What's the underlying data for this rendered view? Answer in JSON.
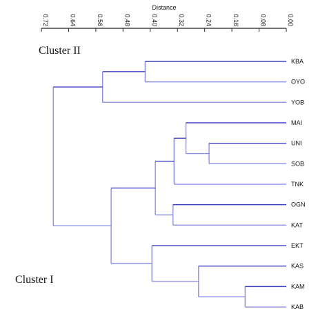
{
  "chart_data": {
    "type": "dendrogram",
    "axis_title": "Distance",
    "axis_ticks": [
      "0.72",
      "0.64",
      "0.56",
      "0.48",
      "0.40",
      "0.32",
      "0.24",
      "0.16",
      "0.08",
      "0.00"
    ],
    "axis_range": [
      0.72,
      0.0
    ],
    "leaves": [
      "KBA",
      "OYO",
      "YOB",
      "MAI",
      "UNI",
      "SOB",
      "TNK",
      "OGN",
      "KAT",
      "EKT",
      "KAS",
      "KAM",
      "KAB"
    ],
    "merges": [
      {
        "id": "n1",
        "children": [
          "KBA",
          "OYO"
        ],
        "height": 0.415
      },
      {
        "id": "n2",
        "children": [
          "n1",
          "YOB"
        ],
        "height": 0.54
      },
      {
        "id": "n3",
        "children": [
          "UNI",
          "SOB"
        ],
        "height": 0.227
      },
      {
        "id": "n4",
        "children": [
          "MAI",
          "n3"
        ],
        "height": 0.295
      },
      {
        "id": "n5",
        "children": [
          "n4",
          "TNK"
        ],
        "height": 0.33
      },
      {
        "id": "n6",
        "children": [
          "OGN",
          "KAT"
        ],
        "height": 0.333
      },
      {
        "id": "n7",
        "children": [
          "n5",
          "n6"
        ],
        "height": 0.385
      },
      {
        "id": "n8",
        "children": [
          "KAM",
          "KAB"
        ],
        "height": 0.121
      },
      {
        "id": "n9",
        "children": [
          "KAS",
          "n8"
        ],
        "height": 0.258
      },
      {
        "id": "n10",
        "children": [
          "EKT",
          "n9"
        ],
        "height": 0.395
      },
      {
        "id": "n11",
        "children": [
          "n7",
          "n10"
        ],
        "height": 0.515
      },
      {
        "id": "n12",
        "children": [
          "n2",
          "n11"
        ],
        "height": 0.685
      }
    ]
  },
  "annotations": {
    "cluster_two": "Cluster II",
    "cluster_one": "Cluster I"
  },
  "colors": {
    "link_light": "#8c8fe6",
    "link_dark": "#3a3fc4",
    "axis": "#222222"
  }
}
